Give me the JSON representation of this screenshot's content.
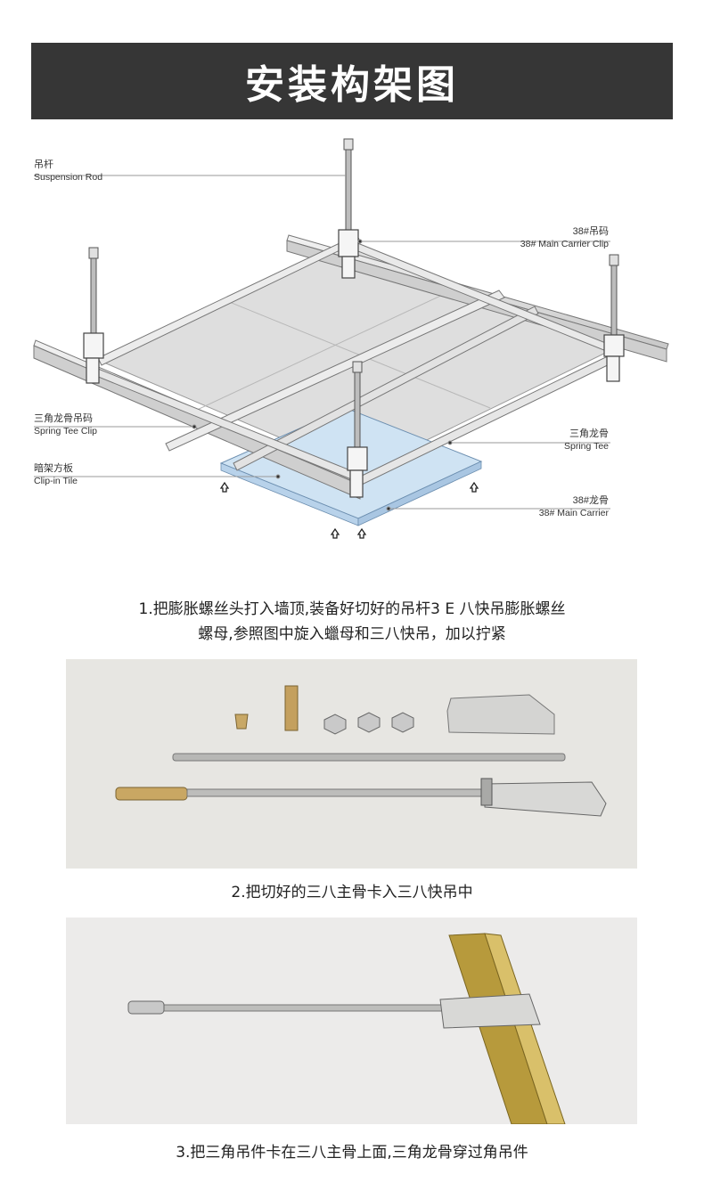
{
  "header": {
    "title": "安装构架图"
  },
  "diagram": {
    "callouts": {
      "suspension_rod": {
        "cn": "吊杆",
        "en": "Suspension Rod"
      },
      "main_carrier_clip": {
        "cn": "38#吊码",
        "en": "38# Main Carrier Clip"
      },
      "spring_tee_clip": {
        "cn": "三角龙骨吊码",
        "en": "Spring Tee Clip"
      },
      "spring_tee": {
        "cn": "三角龙骨",
        "en": "Spring Tee"
      },
      "clip_in_tile": {
        "cn": "暗架方板",
        "en": "Clip-in Tile"
      },
      "main_carrier": {
        "cn": "38#龙骨",
        "en": "38#  Main Carrier"
      }
    }
  },
  "steps": [
    {
      "line1": "1.把膨胀螺丝头打入墙顶,装备好切好的吊杆3 E 八快吊膨胀螺丝",
      "line2": "螺母,参照图中旋入蠟母和三八快吊，加以拧紧"
    },
    {
      "line1": "2.把切好的三八主骨卡入三八快吊中"
    },
    {
      "line1": "3.把三角吊件卡在三八主骨上面,三角龙骨穿过角吊件"
    }
  ],
  "colors": {
    "title_bg": "#363636",
    "tile_blue": "#cfe3f3",
    "rail": "#dadada",
    "photo_bg": "#e7e6e2"
  }
}
